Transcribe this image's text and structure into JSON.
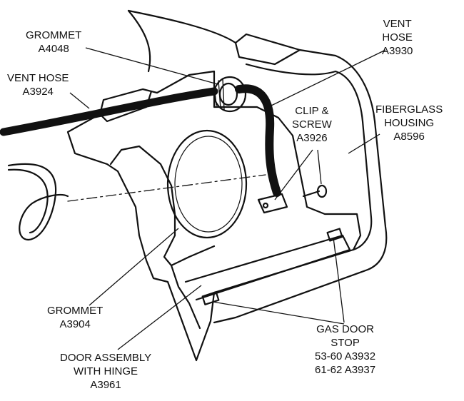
{
  "colors": {
    "ink": "#111111",
    "paper": "#ffffff"
  },
  "labels": {
    "grommet_a4048": {
      "line1": "GROMMET",
      "line2": "A4048"
    },
    "vent_hose_a3924": {
      "line1": "VENT HOSE",
      "line2": "A3924"
    },
    "vent_hose_a3930": {
      "line1": "VENT",
      "line2": "HOSE",
      "line3": "A3930"
    },
    "clip_screw": {
      "line1": "CLIP &",
      "line2": "SCREW",
      "line3": "A3926"
    },
    "fiberglass_housing": {
      "line1": "FIBERGLASS",
      "line2": "HOUSING",
      "line3": "A8596"
    },
    "grommet_a3904": {
      "line1": "GROMMET",
      "line2": "A3904"
    },
    "door_assembly": {
      "line1": "DOOR ASSEMBLY",
      "line2": "WITH HINGE",
      "line3": "A3961"
    },
    "gas_door_stop": {
      "line1": "GAS DOOR",
      "line2": "STOP",
      "line3": "53-60  A3932",
      "line4": "61-62  A3937"
    }
  }
}
